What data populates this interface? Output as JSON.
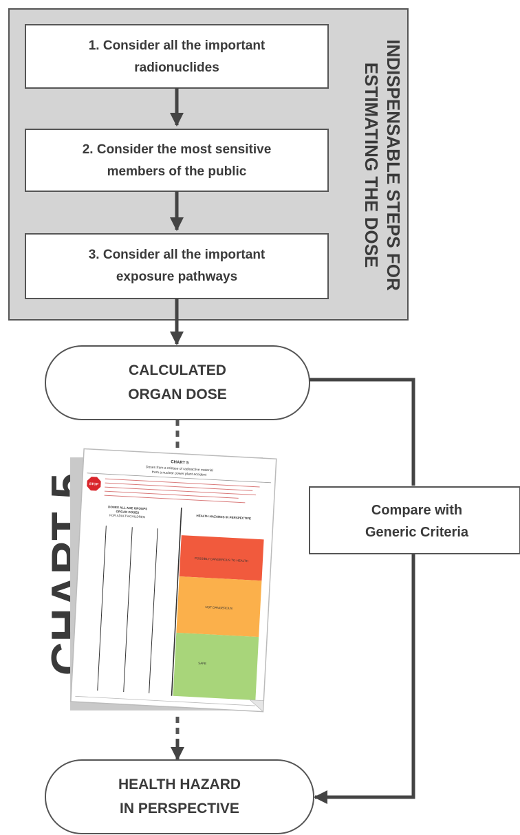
{
  "panel": {
    "title_line1": "INDISPENSABLE STEPS FOR",
    "title_line2": "ESTIMATING THE DOSE"
  },
  "steps": [
    {
      "line1": "1. Consider all the important",
      "line2": "radionuclides"
    },
    {
      "line1": "2. Consider the most sensitive",
      "line2": "members of the public"
    },
    {
      "line1": "3. Consider all the important",
      "line2": "exposure pathways"
    }
  ],
  "calculated": {
    "line1": "CALCULATED",
    "line2": "ORGAN DOSE"
  },
  "compare": {
    "line1": "Compare with",
    "line2": "Generic Criteria"
  },
  "hazard": {
    "line1": "HEALTH HAZARD",
    "line2": "IN PERSPECTIVE"
  },
  "chart_label": "CHART 5",
  "thumbnail": {
    "title": "CHART 5",
    "subtitle_line1": "Doses from a release of radioactive material",
    "subtitle_line2": "from a nuclear power plant accident",
    "stop_label": "STOP",
    "left_header_line1": "DOSES ALL AGE GROUPS",
    "left_header_line2": "ORGAN DOSES",
    "left_header_line3": "FOR ADULTS/CHILDREN",
    "right_header_line1": "HEALTH HAZARDS IN PERSPECTIVE",
    "red_label": "POSSIBLY DANGEROUS TO HEALTH",
    "orange_label": "NOT DANGEROUS",
    "green_label": "SAFE",
    "colors": {
      "red": "#f15a3d",
      "orange": "#fbb04b",
      "green": "#a8d57a",
      "stop": "#d9262c"
    }
  }
}
